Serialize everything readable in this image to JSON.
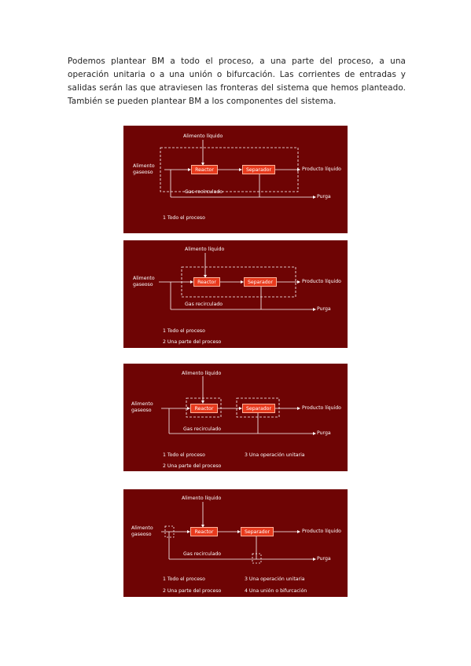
{
  "intro": {
    "text": "Podemos plantear BM a todo el proceso, a una parte del proceso, a una operación unitaria o a una unión o bifurcación. Las corrientes de entradas y salidas serán las que atraviesen las fronteras del sistema que hemos planteado. También se pueden plantear BM a los componentes del sistema."
  },
  "diagram": {
    "feed_liquid": "Alimento líquido",
    "feed_gas": "Alimento gaseoso",
    "reactor": "Reactor",
    "separator": "Separador",
    "product": "Producto líquido",
    "recycle": "Gas recirculado",
    "purge": "Purga"
  },
  "notes": {
    "n1": "1 Todo el proceso",
    "n2": "2 Una parte del proceso",
    "n3": "3 Una operación unitaria",
    "n4": "4 Una unión o bifurcación"
  },
  "colors": {
    "slide_bg": "#6e0404",
    "box_fill": "#e8391c",
    "line": "#ffffff"
  }
}
